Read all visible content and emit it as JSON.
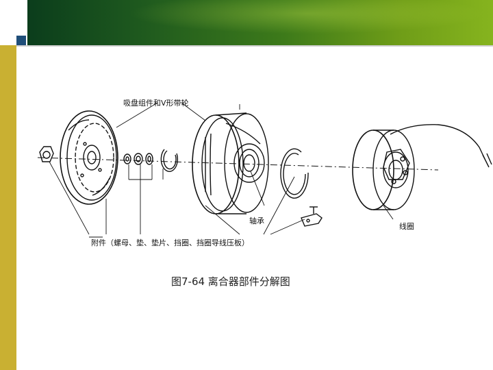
{
  "labels": {
    "suction_disc": "吸盘组件和V形带轮",
    "bearing": "轴承",
    "coil": "线圈",
    "accessories": "附件（螺母、垫、垫片、挡圈、挡圈导线压板）"
  },
  "caption": "图7-64  离合器部件分解图"
}
